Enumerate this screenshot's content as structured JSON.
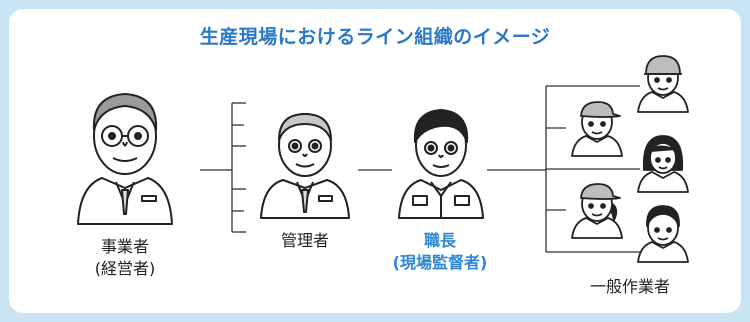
{
  "title": "生産現場におけるライン組織のイメージ",
  "roles": {
    "executive": {
      "line1": "事業者",
      "line2": "(経営者)"
    },
    "manager": {
      "line1": "管理者"
    },
    "supervisor": {
      "line1": "職長",
      "line2": "(現場監督者)"
    },
    "workers": {
      "line1": "一般作業者"
    }
  },
  "colors": {
    "accent": "#2f86d6",
    "background": "#c9e4f3",
    "title": "#2a78c7"
  }
}
